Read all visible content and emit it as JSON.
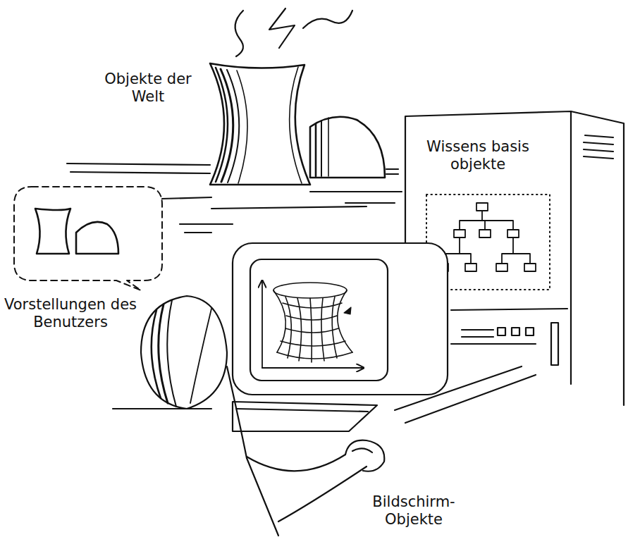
{
  "diagram": {
    "labels": [
      "Objekte der Welt",
      "Wissens basis objekte",
      "Vorstellungen des Benutzers",
      "Bildschirm-Objekte"
    ]
  }
}
